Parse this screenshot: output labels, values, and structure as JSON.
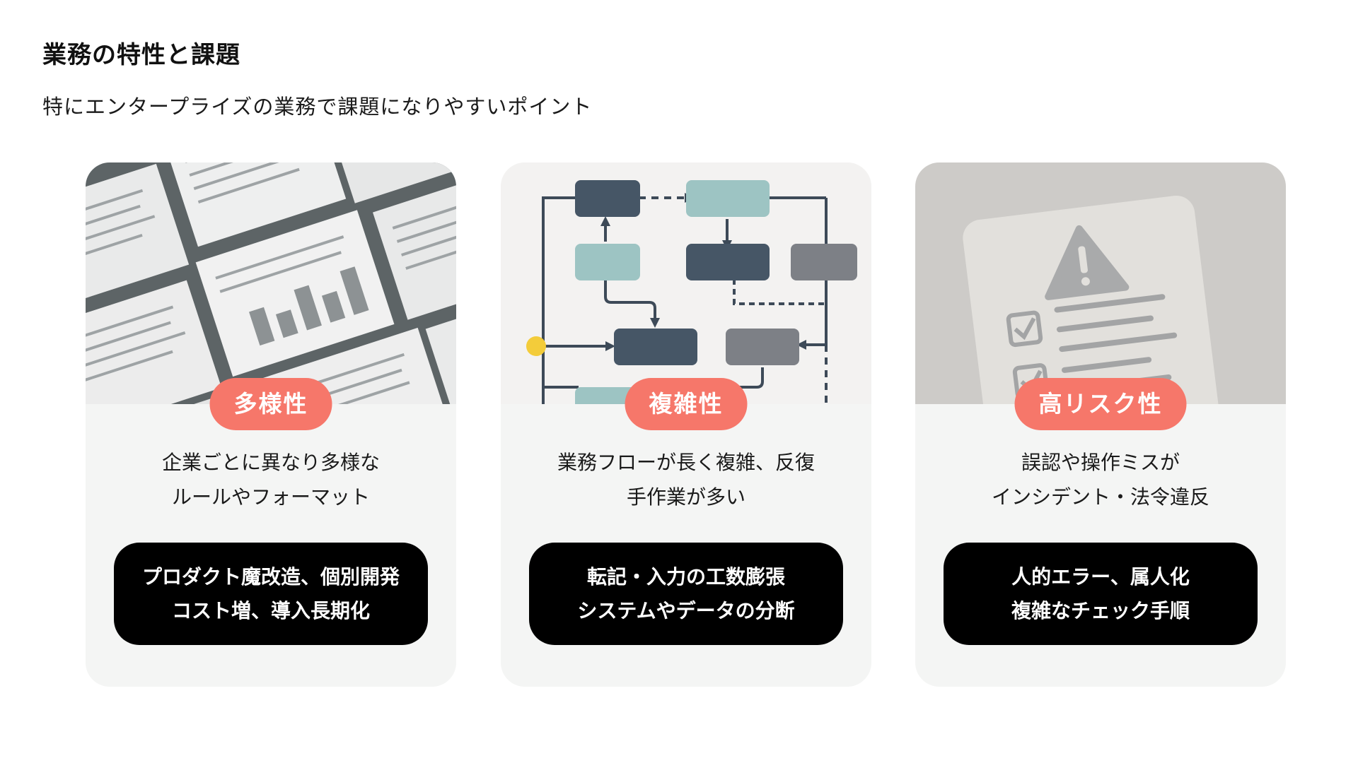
{
  "header": {
    "title": "業務の特性と課題",
    "subtitle": "特にエンタープライズの業務で課題になりやすいポイント"
  },
  "colors": {
    "badge": "#f6776a",
    "card_bg": "#f4f5f4",
    "issue_bg": "#000000"
  },
  "cards": [
    {
      "badge": "多様性",
      "image_icon": "documents-illustration",
      "desc": [
        "企業ごとに異なり多様な",
        "ルールやフォーマット"
      ],
      "issue": [
        "プロダクト魔改造、個別開発",
        "コスト増、導入長期化"
      ]
    },
    {
      "badge": "複雑性",
      "image_icon": "flowchart-illustration",
      "desc": [
        "業務フローが長く複雑、反復",
        "手作業が多い"
      ],
      "issue": [
        "転記・入力の工数膨張",
        "システムやデータの分断"
      ]
    },
    {
      "badge": "高リスク性",
      "image_icon": "warning-checklist-illustration",
      "desc": [
        "誤認や操作ミスが",
        "インシデント・法令違反"
      ],
      "issue": [
        "人的エラー、属人化",
        "複雑なチェック手順"
      ]
    }
  ]
}
